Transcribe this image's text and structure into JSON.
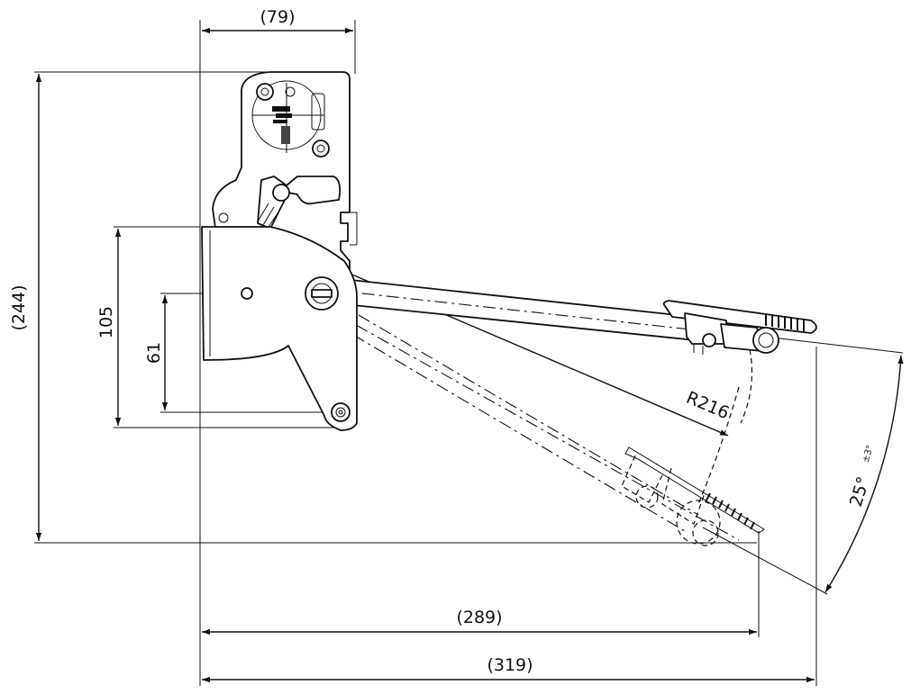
{
  "dimensions": {
    "top_width": "(79)",
    "overall_height": "(244)",
    "mount_height": "105",
    "pivot_offset": "61",
    "pedal_reach": "(289)",
    "overall_width": "(319)",
    "radius": "R216",
    "angle": "25°",
    "angle_tolerance": "±3°"
  }
}
